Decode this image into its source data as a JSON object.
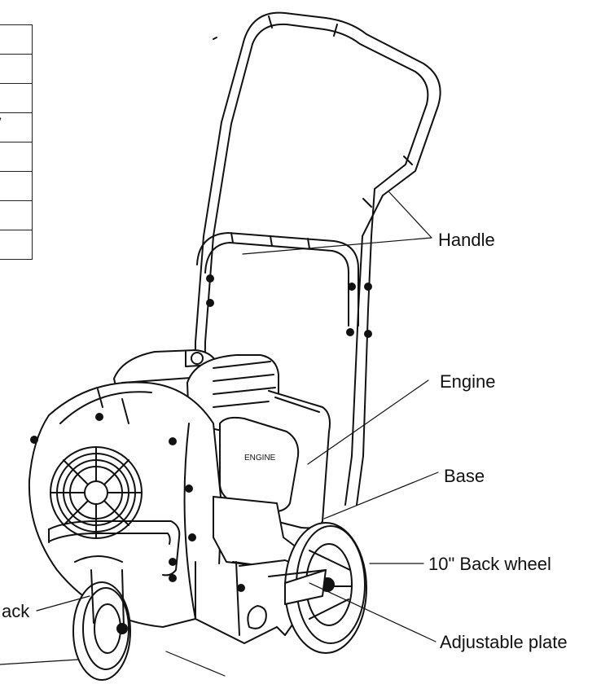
{
  "spec_table": {
    "rows": [
      "",
      "",
      "",
      "”",
      "",
      "",
      "",
      ""
    ]
  },
  "labels": {
    "handle": "Handle",
    "engine": "Engine",
    "base": "Base",
    "back_wheel": "10\" Back wheel",
    "adjustable_plate": "Adjustable plate",
    "front_partial": "ack"
  },
  "colors": {
    "line": "#111111",
    "fill": "#ffffff"
  }
}
